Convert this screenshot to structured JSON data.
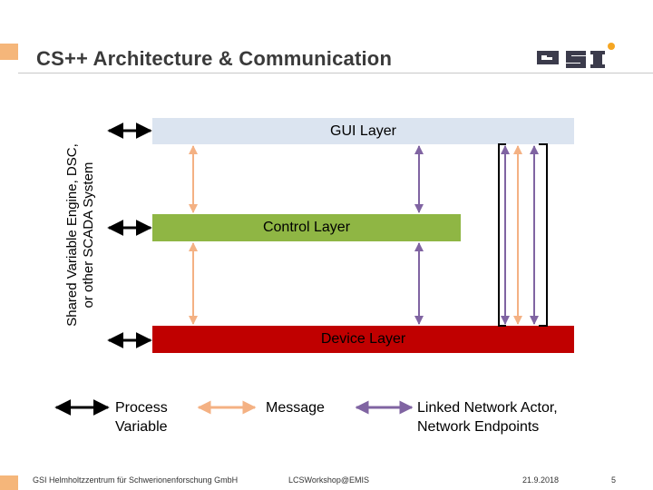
{
  "slide": {
    "title": "CS++ Architecture & Communication",
    "logo_text": "GSI"
  },
  "side_label": {
    "line1": "Shared Variable Engine, DSC,",
    "line2": "or other SCADA System"
  },
  "layers": {
    "gui": "GUI Layer",
    "control": "Control Layer",
    "device": "Device Layer"
  },
  "legend": {
    "process_variable": [
      "Process",
      "Variable"
    ],
    "message": "Message",
    "network": [
      "Linked Network Actor,",
      "Network Endpoints"
    ]
  },
  "colors": {
    "process_variable_arrow": "#000000",
    "message_arrow": "#f4b183",
    "network_arrow": "#8064a2",
    "gui_layer": "#dbe4f0",
    "control_layer": "#8fb644",
    "device_layer": "#c00000",
    "accent": "#f5b67a"
  },
  "footer": {
    "organization": "GSI Helmholtzzentrum für Schwerionenforschung GmbH",
    "event": "LCSWorkshop@EMIS",
    "date": "21.9.2018",
    "page": "5"
  }
}
